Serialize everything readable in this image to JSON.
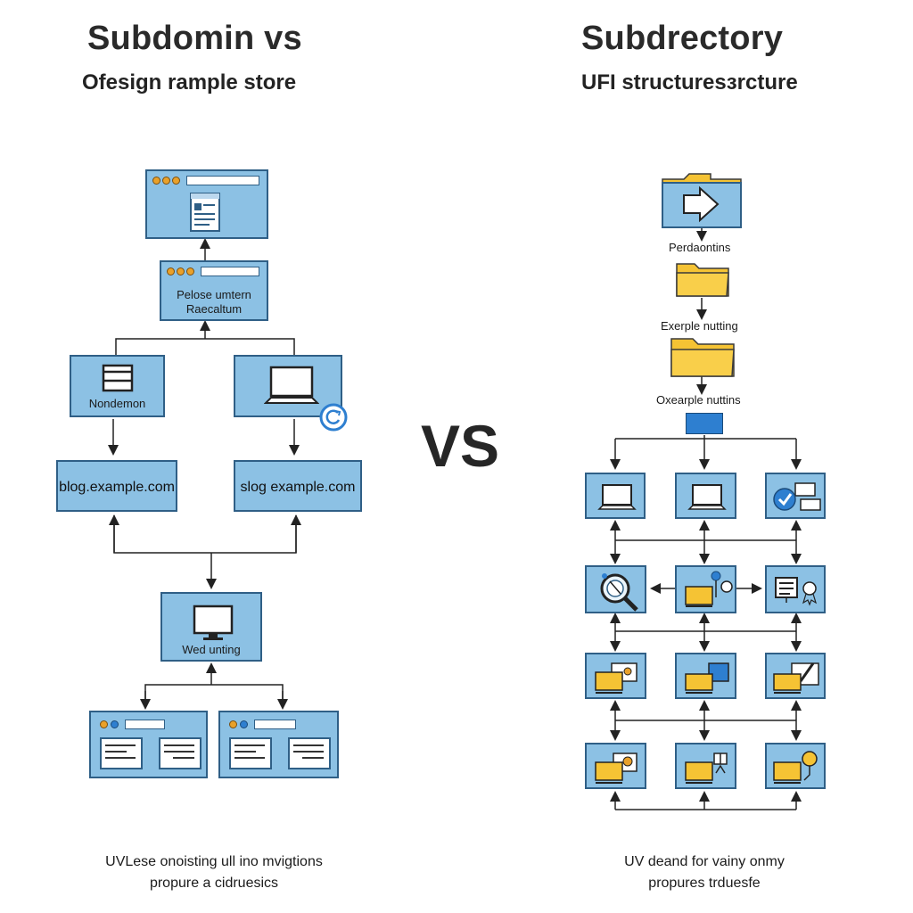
{
  "left": {
    "title": "Subdomin vs",
    "subtitle": "Ofesign rample store",
    "nodes": {
      "middle_browser_line1": "Pelose umtern",
      "middle_browser_line2": "Raecaltum",
      "left_box": "Nondemon",
      "blog_left": "blog.example.com",
      "blog_right": "slog example.com",
      "web_box": "Wed unting"
    },
    "caption_line1": "UVLese onoisting ull ino mvigtions",
    "caption_line2": "propure a cidruesics"
  },
  "center": {
    "vs": "VS"
  },
  "right": {
    "title": "Subdrectory",
    "subtitle": "UFI structuresзrcture",
    "labels": {
      "folder1": "Perdaontins",
      "folder2": "Exerple nutting",
      "folder3": "Oxearple nuttins"
    },
    "caption_line1": "UV deand for vainy onmy",
    "caption_line2": "propures trduesfe"
  },
  "colors": {
    "box_fill": "#8cc1e4",
    "box_border": "#2f5f86",
    "folder_fill": "#f5c334",
    "accent_blue": "#2e7fd0"
  },
  "icons": {
    "top_browser": "browser-document-icon",
    "window": "window-icon",
    "laptop": "laptop-icon",
    "refresh": "refresh-icon",
    "monitor": "monitor-icon",
    "folder": "folder-icon",
    "arrow": "arrow-right-icon"
  }
}
